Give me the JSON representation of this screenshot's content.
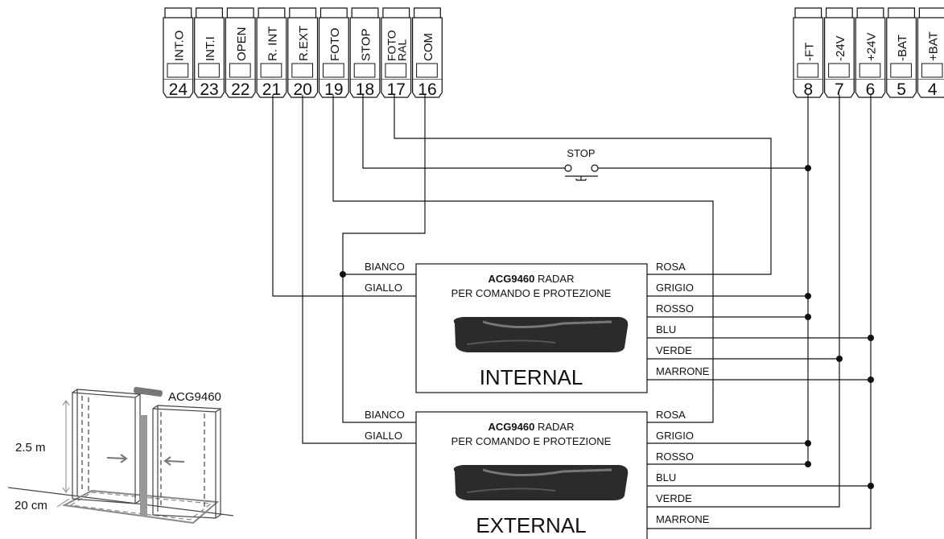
{
  "left_terminals": [
    {
      "label": "INT.O",
      "number": "24"
    },
    {
      "label": "INT.I",
      "number": "23"
    },
    {
      "label": "OPEN",
      "number": "22"
    },
    {
      "label": "R. INT",
      "number": "21"
    },
    {
      "label": "R.EXT",
      "number": "20"
    },
    {
      "label": "FOTO",
      "number": "19"
    },
    {
      "label": "STOP",
      "number": "18"
    },
    {
      "label": "FOTO RAL",
      "number": "17"
    },
    {
      "label": "COM",
      "number": "16"
    }
  ],
  "right_terminals": [
    {
      "label": "-FT",
      "number": "8"
    },
    {
      "label": "-24V",
      "number": "7"
    },
    {
      "label": "+24V",
      "number": "6"
    },
    {
      "label": "-BAT",
      "number": "5"
    },
    {
      "label": "+BAT",
      "number": "4"
    }
  ],
  "stop_label": "STOP",
  "radars": [
    {
      "model": "ACG9460",
      "title_suffix": " RADAR",
      "subtitle": "PER COMANDO E PROTEZIONE",
      "name": "INTERNAL",
      "left_wires": [
        "BIANCO",
        "GIALLO"
      ],
      "right_wires": [
        "ROSA",
        "GRIGIO",
        "ROSSO",
        "BLU",
        "VERDE",
        "MARRONE"
      ]
    },
    {
      "model": "ACG9460",
      "title_suffix": " RADAR",
      "subtitle": "PER COMANDO E PROTEZIONE",
      "name": "EXTERNAL",
      "left_wires": [
        "BIANCO",
        "GIALLO"
      ],
      "right_wires": [
        "ROSA",
        "GRIGIO",
        "ROSSO",
        "BLU",
        "VERDE",
        "MARRONE"
      ]
    }
  ],
  "installation": {
    "device_label": "ACG9460",
    "height_label": "2.5 m",
    "depth_label": "20 cm"
  }
}
